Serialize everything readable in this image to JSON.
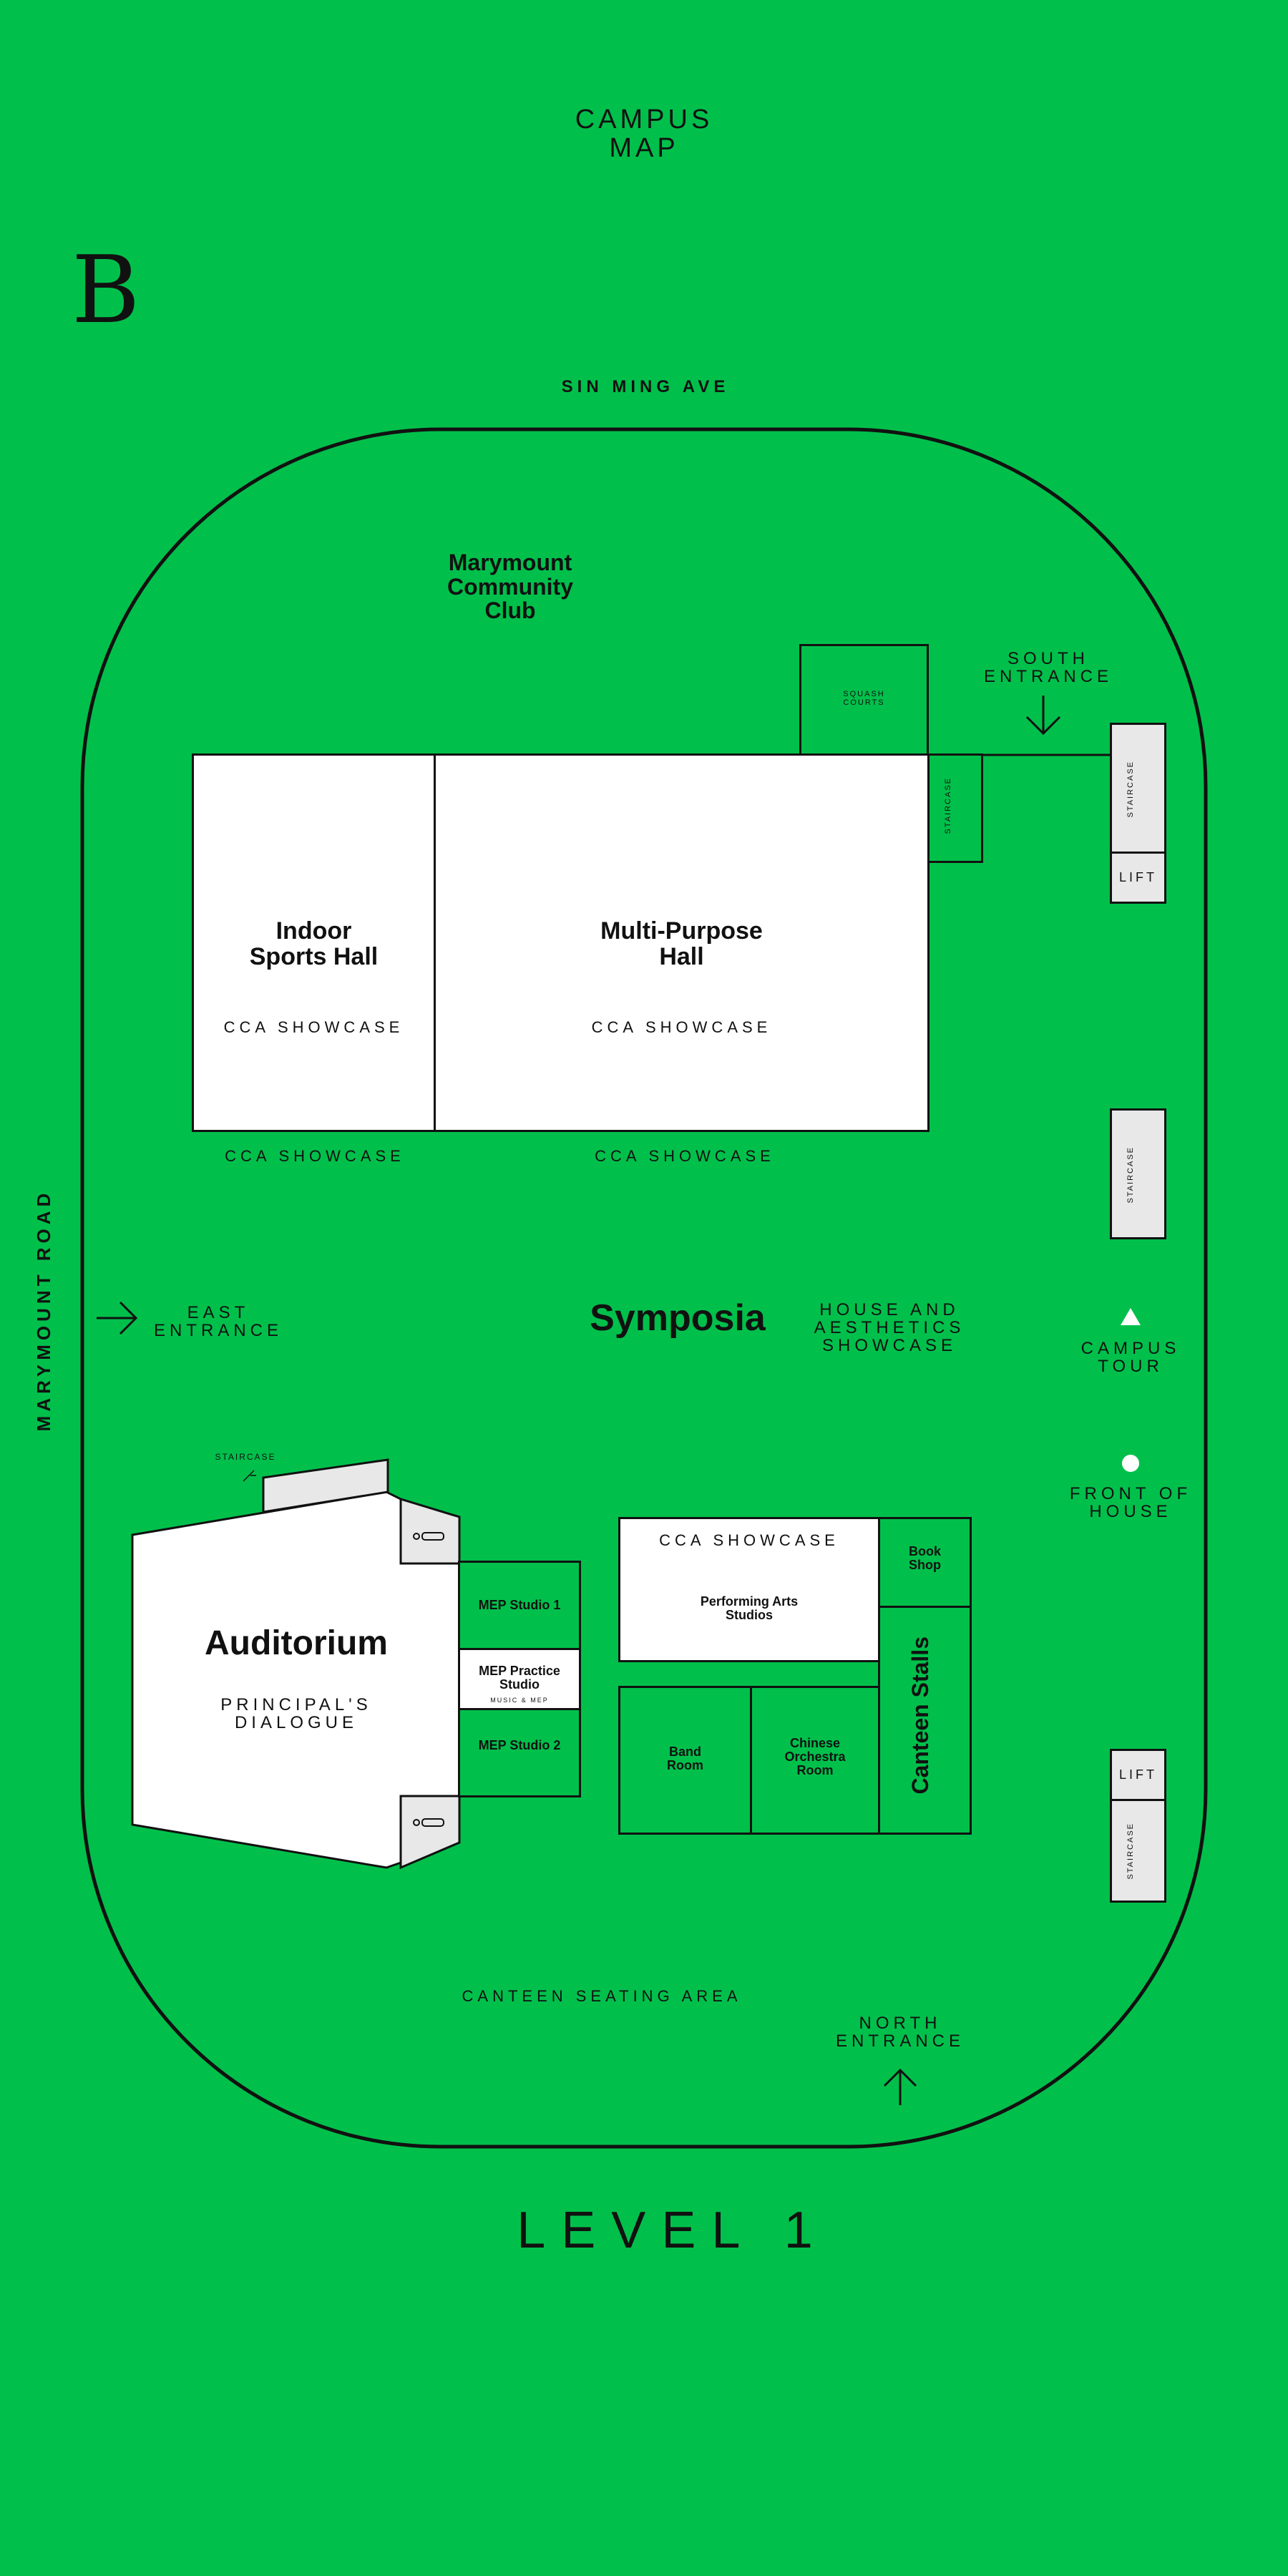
{
  "header": {
    "title": "CAMPUS\nMAP",
    "block": "B"
  },
  "roads": {
    "top": "SIN MING AVE",
    "left": "MARYMOUNT ROAD"
  },
  "club": "Marymount\nCommunity\nClub",
  "squash": "SQUASH\nCOURTS",
  "south_entrance": "SOUTH\nENTRANCE",
  "east_entrance": "EAST\nENTRANCE",
  "north_entrance": "NORTH\nENTRANCE",
  "staircase": "STAIRCASE",
  "lift": "LIFT",
  "sports_hall": {
    "name": "Indoor\nSports Hall",
    "showcase": "CCA SHOWCASE",
    "below": "CCA SHOWCASE"
  },
  "mp_hall": {
    "name": "Multi-Purpose\nHall",
    "showcase": "CCA SHOWCASE",
    "below": "CCA SHOWCASE"
  },
  "symposia": "Symposia",
  "house": "HOUSE AND\nAESTHETICS\nSHOWCASE",
  "legend": {
    "campus_tour": "CAMPUS\nTOUR",
    "front_house": "FRONT OF\nHOUSE"
  },
  "auditorium": {
    "name": "Auditorium",
    "sub": "PRINCIPAL'S\nDIALOGUE",
    "staircase": "STAIRCASE"
  },
  "mep": {
    "s1": "MEP Studio 1",
    "practice": "MEP Practice\nStudio",
    "practice_sub": "MUSIC & MEP",
    "s2": "MEP Studio 2"
  },
  "pa": {
    "showcase": "CCA SHOWCASE",
    "name": "Performing Arts\nStudios"
  },
  "book": "Book\nShop",
  "canteen_stalls": "Canteen Stalls",
  "band": "Band\nRoom",
  "chinese": "Chinese\nOrchestra\nRoom",
  "canteen_seating": "CANTEEN SEATING AREA",
  "level": "LEVEL 1"
}
